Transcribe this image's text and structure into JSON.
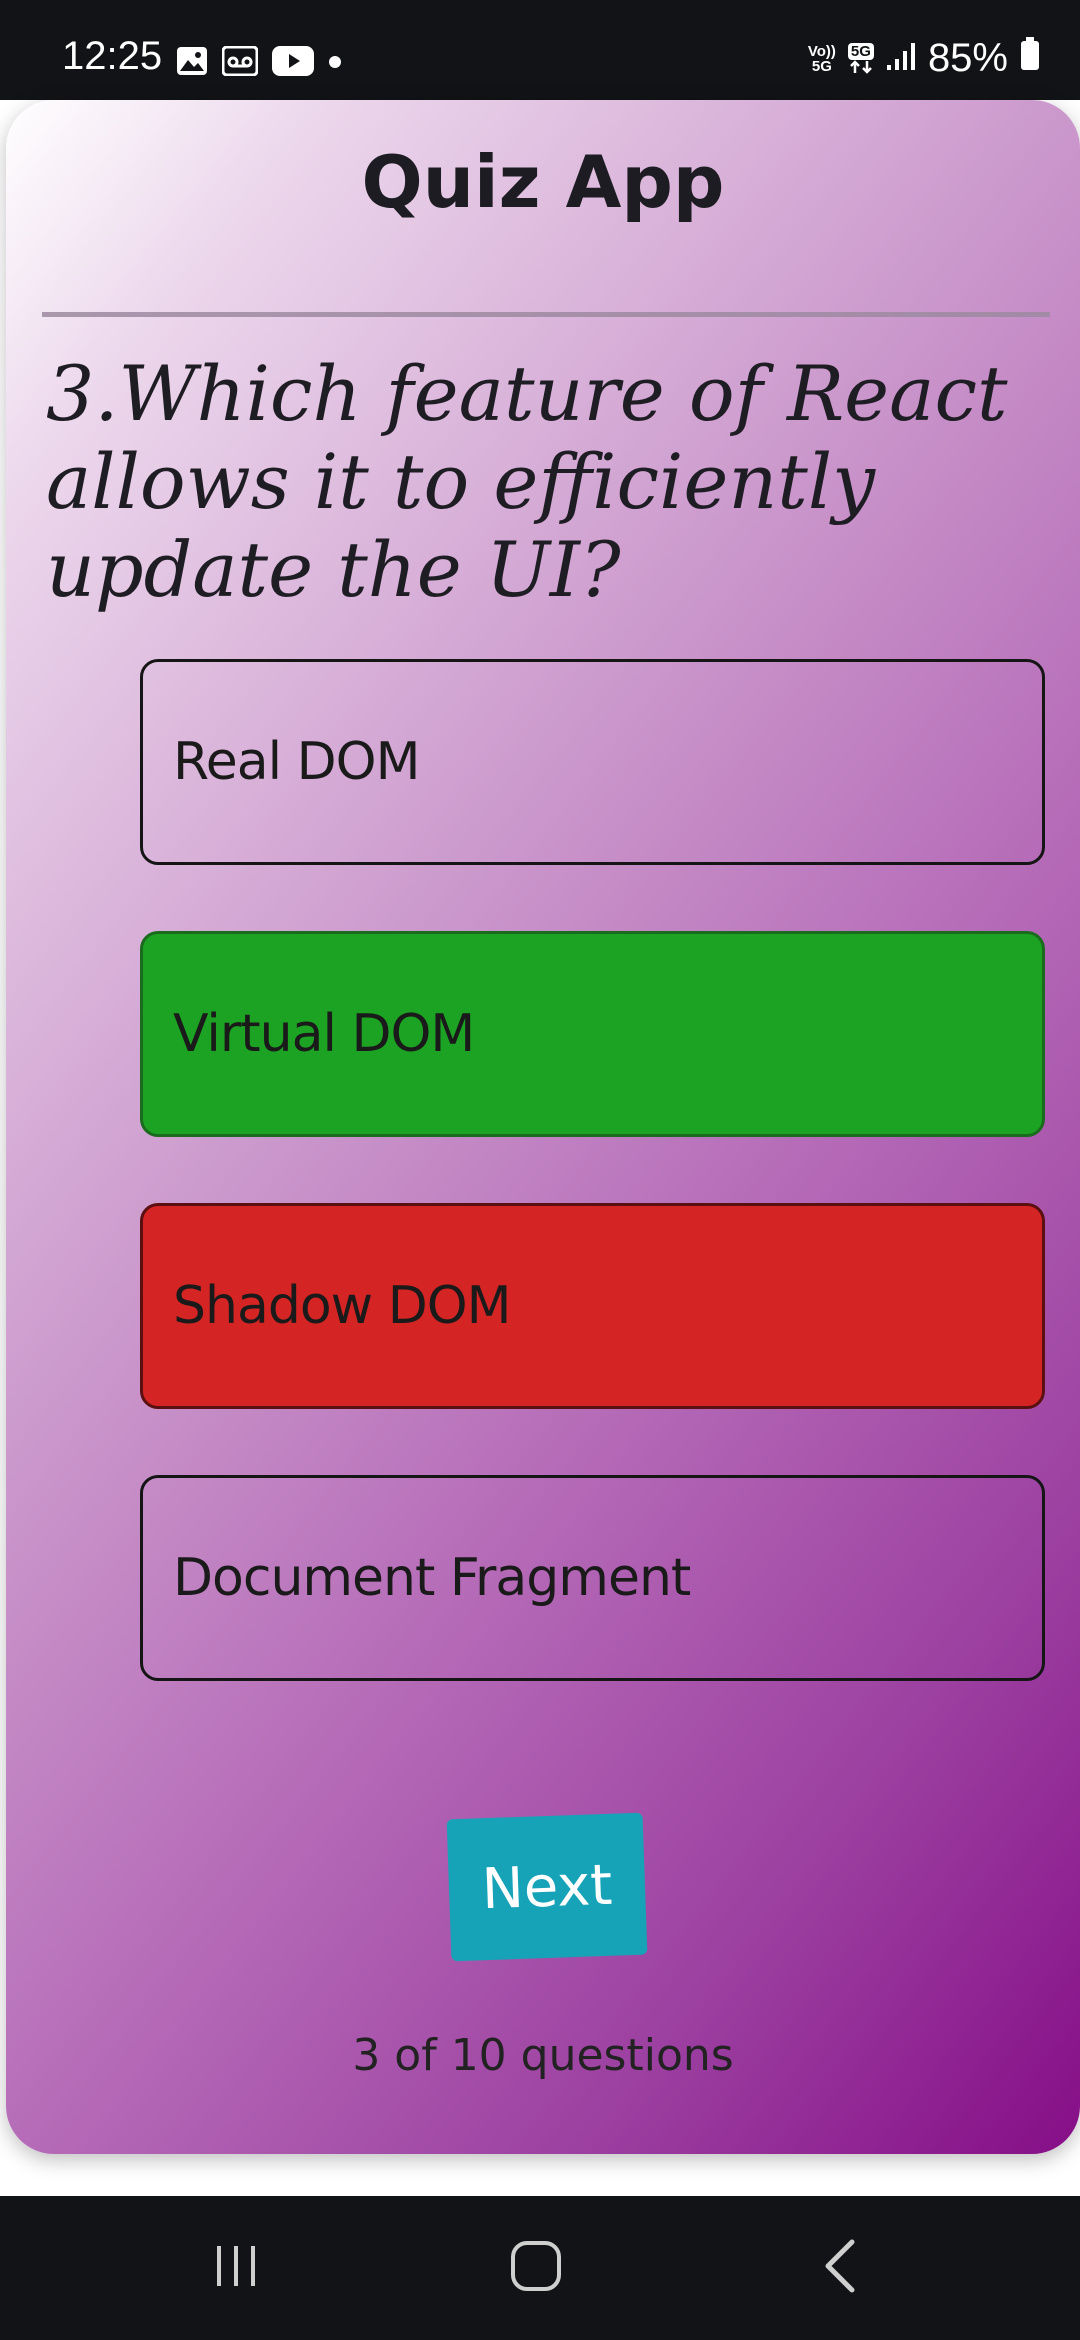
{
  "status_bar": {
    "time": "12:25",
    "battery": "85%",
    "network_top": "Vo))",
    "network_bottom": "5G",
    "signal_badge": "5G",
    "icons": [
      "gallery-icon",
      "voicemail-icon",
      "youtube-icon",
      "dot-icon",
      "volte-icon",
      "5g-icon",
      "signal-icon",
      "battery-icon"
    ]
  },
  "app": {
    "title": "Quiz App"
  },
  "quiz": {
    "question": "3.Which feature of React allows it to efficiently update the UI?",
    "options": [
      {
        "label": "Real DOM",
        "state": "neutral"
      },
      {
        "label": "Virtual DOM",
        "state": "correct"
      },
      {
        "label": "Shadow DOM",
        "state": "wrong"
      },
      {
        "label": "Document Fragment",
        "state": "neutral"
      }
    ],
    "next_label": "Next",
    "progress_text": "3 of 10 questions"
  },
  "colors": {
    "correct": "#1ca324",
    "wrong": "#d52424",
    "next": "#16a3b8",
    "gradient_end": "#860e87"
  },
  "nav_bar": {
    "icons": [
      "recent-apps-icon",
      "home-icon",
      "back-icon"
    ]
  }
}
